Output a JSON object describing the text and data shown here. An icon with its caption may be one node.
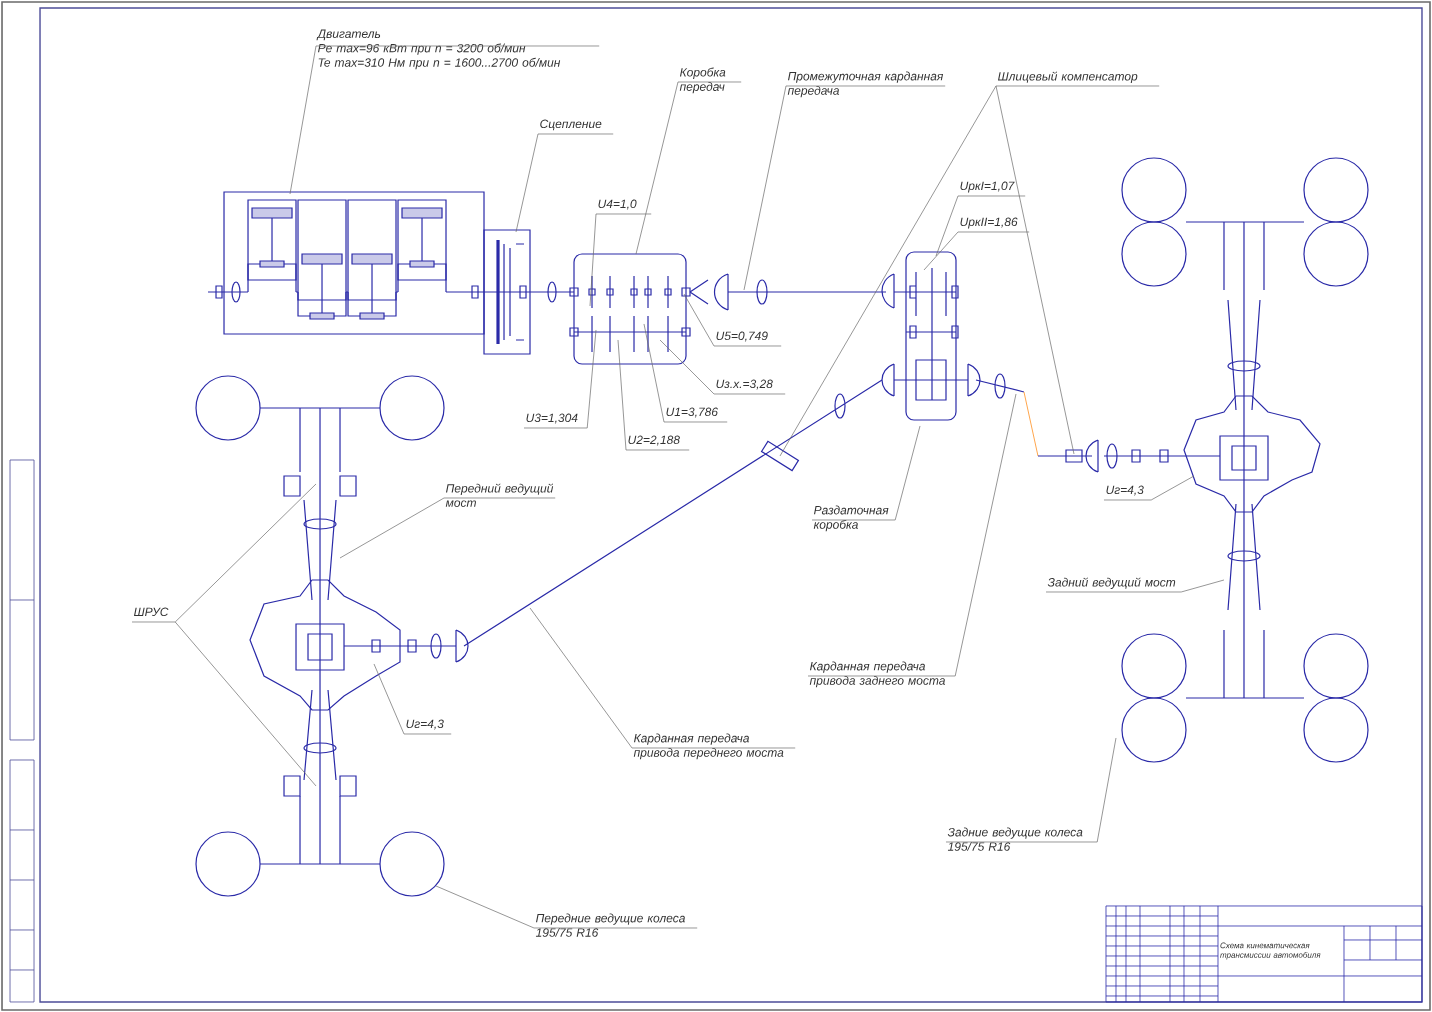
{
  "diagram": {
    "nodes": [
      {
        "text": [
          "Двигатель",
          "Pe max=96 кВт при n = 3200 об/мин",
          "Te max=310 Нм при n = 1600...2700 об/мин"
        ]
      },
      {
        "text": [
          "Сцепление"
        ]
      },
      {
        "text": [
          "Коробка передач"
        ]
      },
      {
        "text": [
          "Промежуточная карданная передача"
        ]
      },
      {
        "text": [
          "Шлицевый компенсатор"
        ]
      },
      {
        "text": [
          "U4=1,0"
        ]
      },
      {
        "text": [
          "U5=0,749"
        ]
      },
      {
        "text": [
          "Uз.х.=3,28"
        ]
      },
      {
        "text": [
          "U1=3,786"
        ]
      },
      {
        "text": [
          "U2=2,188"
        ]
      },
      {
        "text": [
          "U3=1,304"
        ]
      },
      {
        "text": [
          "UркI=1,07"
        ]
      },
      {
        "text": [
          "UркII=1,86"
        ]
      },
      {
        "text": [
          "Раздаточная коробка"
        ]
      },
      {
        "text": [
          "Карданная передача привода заднего моста"
        ]
      },
      {
        "text": [
          "Uг=4,3"
        ]
      },
      {
        "text": [
          "Задний ведущий мост"
        ]
      },
      {
        "text": [
          "Задние ведущие колеса",
          "195/75 R16"
        ]
      },
      {
        "text": [
          "Передний ведущий мост"
        ]
      },
      {
        "text": [
          "ШРУС"
        ]
      },
      {
        "text": [
          "Uг=4,3"
        ]
      },
      {
        "text": [
          "Карданная передача привода переднего моста"
        ]
      },
      {
        "text": [
          "Передние ведущие колеса",
          "195/75 R16"
        ]
      }
    ],
    "edges": [
      {
        "from": 0,
        "to": null,
        "arrow": "none"
      },
      {
        "from": 1,
        "to": null,
        "arrow": "none"
      },
      {
        "from": 2,
        "to": null,
        "arrow": "none"
      },
      {
        "from": 3,
        "to": null,
        "arrow": "none"
      },
      {
        "from": 4,
        "to": null,
        "arrow": "none"
      },
      {
        "from": 4,
        "to": null,
        "arrow": "none"
      },
      {
        "from": 5,
        "to": null,
        "arrow": "none"
      },
      {
        "from": 6,
        "to": null,
        "arrow": "none"
      },
      {
        "from": 7,
        "to": null,
        "arrow": "none"
      },
      {
        "from": 8,
        "to": null,
        "arrow": "none"
      },
      {
        "from": 9,
        "to": null,
        "arrow": "none"
      },
      {
        "from": 10,
        "to": null,
        "arrow": "none"
      },
      {
        "from": 11,
        "to": null,
        "arrow": "none"
      },
      {
        "from": 12,
        "to": null,
        "arrow": "none"
      },
      {
        "from": 13,
        "to": null,
        "arrow": "none"
      },
      {
        "from": 14,
        "to": null,
        "arrow": "none"
      },
      {
        "from": 15,
        "to": null,
        "arrow": "none"
      },
      {
        "from": 16,
        "to": null,
        "arrow": "none"
      },
      {
        "from": 17,
        "to": null,
        "arrow": "none"
      },
      {
        "from": 18,
        "to": null,
        "arrow": "none"
      },
      {
        "from": 19,
        "to": null,
        "arrow": "none"
      },
      {
        "from": 19,
        "to": null,
        "arrow": "none"
      },
      {
        "from": 20,
        "to": null,
        "arrow": "none"
      },
      {
        "from": 21,
        "to": null,
        "arrow": "none"
      },
      {
        "from": 22,
        "to": null,
        "arrow": "none"
      }
    ],
    "labels": [
      "Схема кинематическая трансмиссии автомобиля"
    ]
  }
}
